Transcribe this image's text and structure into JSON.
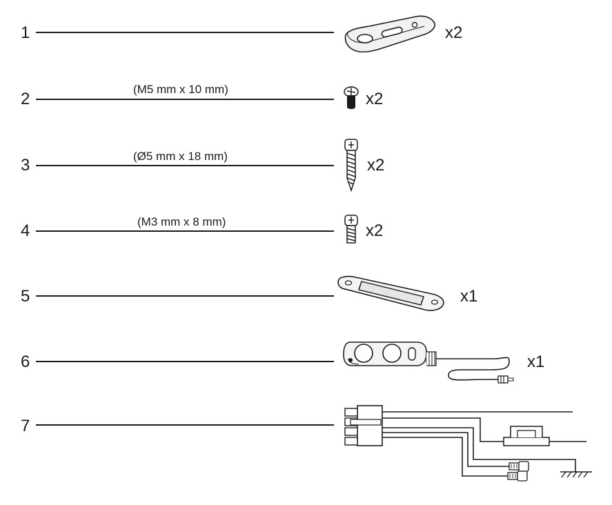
{
  "parts": [
    {
      "number": "1",
      "dimension": "",
      "quantity": "x2",
      "illustration": "mounting-plate"
    },
    {
      "number": "2",
      "dimension": "(M5 mm x 10 mm)",
      "quantity": "x2",
      "illustration": "short-screw"
    },
    {
      "number": "3",
      "dimension": "(Ø5 mm x 18 mm)",
      "quantity": "x2",
      "illustration": "wood-screw"
    },
    {
      "number": "4",
      "dimension": "(M3 mm x 8 mm)",
      "quantity": "x2",
      "illustration": "small-screw"
    },
    {
      "number": "5",
      "dimension": "",
      "quantity": "x1",
      "illustration": "bracket"
    },
    {
      "number": "6",
      "dimension": "",
      "quantity": "x1",
      "illustration": "remote-control-with-cable"
    },
    {
      "number": "7",
      "dimension": "",
      "quantity": "",
      "illustration": "wiring-harness"
    }
  ]
}
